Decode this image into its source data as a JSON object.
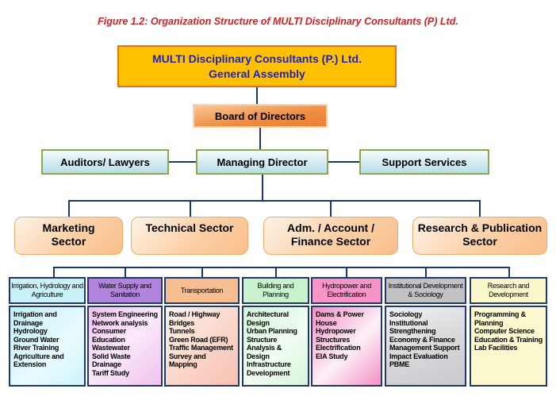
{
  "figure": {
    "title": "Figure 1.2: Organization Structure of MULTI Disciplinary Consultants (P) Ltd."
  },
  "org": {
    "assembly_line1": "MULTI Disciplinary Consultants (P.) Ltd.",
    "assembly_line2": "General Assembly",
    "board_of_directors": "Board of Directors",
    "auditors_lawyers": "Auditors/ Lawyers",
    "managing_director": "Managing Director",
    "support_services": "Support Services"
  },
  "sectors": [
    {
      "label": "Marketing Sector"
    },
    {
      "label": "Technical Sector"
    },
    {
      "label": "Adm. / Account / Finance Sector"
    },
    {
      "label": "Research & Publication Sector"
    }
  ],
  "departments": [
    {
      "header": "Irrigation, Hydrology and Agriculture",
      "header_fill": "#C9F2F8",
      "body_fill": "linear-gradient(135deg,#BFF0F7 0%,#E9FBFE 60%,#CDF4F9 100%)",
      "items": [
        "Irrigation and Drainage",
        "Hydrology",
        "Ground Water",
        "River Training",
        "Agriculture and Extension"
      ]
    },
    {
      "header": "Water Supply and Sanitation",
      "header_fill": "#B384DE",
      "body_fill": "linear-gradient(135deg,#F0C2EE 0%,#FBE9FA 50%,#EFC1ED 100%)",
      "items": [
        "System Engineering",
        "Network analysis",
        "Consumer Education",
        "Wastewater",
        "Solid Waste",
        "Drainage",
        "Tariff Study"
      ]
    },
    {
      "header": "Transportation",
      "header_fill": "#F8BE90",
      "body_fill": "linear-gradient(135deg,#FDF3ED 0%,#FAD6C8 55%,#F7C0B2 100%)",
      "items": [
        "Road / Highway",
        "Bridges",
        "Tunnels",
        "Green Road (EFR)",
        "Traffic Management",
        "Survey and Mapping"
      ]
    },
    {
      "header": "Building and Planning",
      "header_fill": "#C8F3CC",
      "body_fill": "linear-gradient(135deg,#CFF5D4 0%,#F1FDF3 55%,#D5F6D9 100%)",
      "items": [
        "Architectural Design",
        "Urban Planning",
        "Structure Analysis & Design",
        "Infrastructure Development"
      ]
    },
    {
      "header": "Hydropower and Electrification",
      "header_fill": "#F795C8",
      "body_fill": "linear-gradient(135deg,#F48FC3 0%,#FDEFF7 55%,#F491C4 100%)",
      "items": [
        "Dams & Power House",
        "Hydropower Structures",
        "Electrification",
        "EIA Study"
      ]
    },
    {
      "header": "Institutional Development & Sociology",
      "header_fill": "#C2C2C5",
      "body_fill": "linear-gradient(160deg,#F0F0F2 0%,#D9D9DC 50%,#C9C9CD 100%)",
      "items": [
        "Sociology",
        "Institutional Strengthening",
        "Economy & Finance",
        "Management Support",
        "Impact Evaluation",
        "PBME"
      ]
    },
    {
      "header": "Research and Development",
      "header_fill": "#FBF7CB",
      "body_fill": "#FCF9CE",
      "items": [
        "Programming & Planning",
        "Computer Science",
        "Education & Training",
        "Lab Facilities"
      ]
    }
  ],
  "colors": {
    "title_red": "#D02020",
    "connector_navy": "#1F3864",
    "assembly_fill": "#FFC000",
    "assembly_border": "#E8720C",
    "assembly_text_blue": "#2222B8",
    "board_fill": "#EF8B3F",
    "staff_fill": "#B9DEE9",
    "staff_border": "#8AAA4E",
    "sector_fill": "#F9BE8C",
    "dept_border": "#20386C"
  }
}
